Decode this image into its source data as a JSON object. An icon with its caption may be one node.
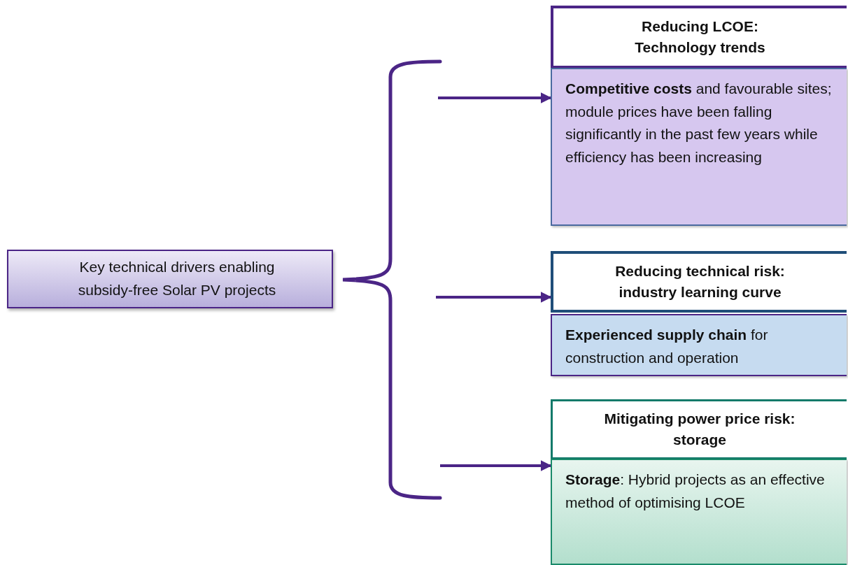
{
  "diagram": {
    "nodes": [
      {
        "text": [
          "Key technical drivers enabling subsidy-free Solar PV projects"
        ]
      },
      {
        "text": [
          "Reducing LCOE: Technology trends"
        ]
      },
      {
        "text": [
          "**Competitive costs** and favourable sites;",
          "module prices have been falling significantly in the past few years while efficiency has been increasing"
        ]
      },
      {
        "text": [
          "Reducing technical risk: industry learning curve"
        ]
      },
      {
        "text": [
          "**Experienced supply chain** for construction and operation"
        ]
      },
      {
        "text": [
          "Mitigating power price risk: storage"
        ]
      },
      {
        "text": [
          "**Storage**: Hybrid projects as an effective method of optimising LCOE"
        ]
      }
    ],
    "edges": [
      {
        "from": 0,
        "to": 2,
        "arrow": "to"
      },
      {
        "from": 0,
        "to": 3,
        "arrow": "to"
      },
      {
        "from": 0,
        "to": 6,
        "arrow": "to"
      }
    ]
  }
}
